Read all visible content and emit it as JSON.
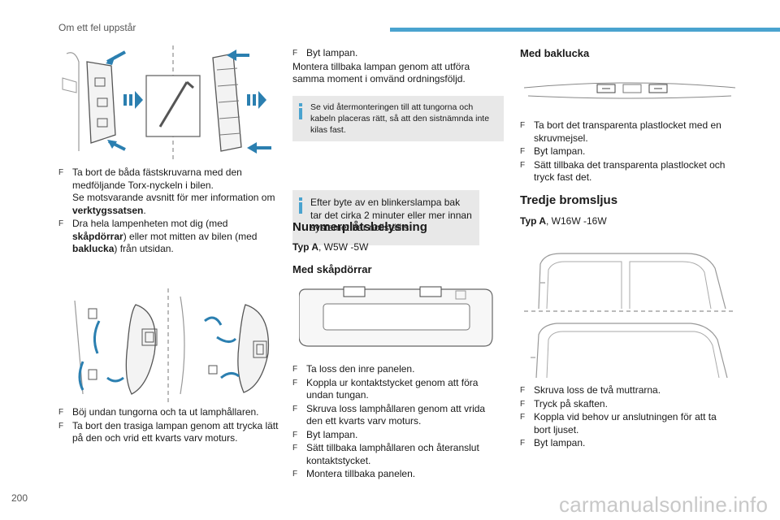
{
  "header": {
    "title": "Om ett fel uppstår",
    "accent_color": "#4aa3cf"
  },
  "footer": {
    "page_number": "200",
    "watermark": "carmanualsonline.info"
  },
  "col1": {
    "steps_top": [
      {
        "parts": [
          "Ta bort de båda fästskruvarna med den medföljande Torx-nyckeln i bilen.",
          "Se motsvarande avsnitt för mer information om ",
          "verktygssatsen",
          "."
        ]
      },
      {
        "parts": [
          "Dra hela lampenheten mot dig (med ",
          "skåpdörrar",
          ") eller mot mitten av bilen (med ",
          "baklucka",
          ") från utsidan."
        ]
      }
    ],
    "steps_bottom": [
      "Böj undan tungorna och ta ut lamphållaren.",
      "Ta bort den trasiga lampan genom att trycka lätt på den och vrid ett kvarts varv moturs."
    ]
  },
  "col2": {
    "step_byt": "Byt lampan.",
    "reassemble": "Montera tillbaka lampan genom att utföra samma moment i omvänd ordningsföljd.",
    "info1": "Se vid återmonteringen till att tungorna och kabeln placeras rätt, så att den sistnämnda inte kilas fast.",
    "info2": "Efter byte av en blinkerslampa bak tar det cirka 2 minuter eller mer innan systemet har nollställts.",
    "section_title": "Nummerplåtsbelysning",
    "type_label": "Typ A",
    "type_value": ", W5W -5W",
    "subsection_title": "Med skåpdörrar",
    "steps": [
      "Ta loss den inre panelen.",
      "Koppla ur kontaktstycket genom att föra undan tungan.",
      "Skruva loss lamphållaren genom att vrida den ett kvarts varv moturs.",
      "Byt lampan.",
      "Sätt tillbaka lamphållaren och återanslut kontaktstycket.",
      "Montera tillbaka panelen."
    ]
  },
  "col3": {
    "subsection_title": "Med baklucka",
    "steps_baklucka": [
      "Ta bort det transparenta plastlocket med en skruvmejsel.",
      "Byt lampan.",
      "Sätt tillbaka det transparenta plastlocket och tryck fast det."
    ],
    "section_title": "Tredje bromsljus",
    "type_label": "Typ A",
    "type_value": ", W16W -16W",
    "steps_brake": [
      "Skruva loss de två muttrarna.",
      "Tryck på skaften.",
      "Koppla vid behov ur anslutningen för att ta bort ljuset.",
      "Byt lampan."
    ]
  },
  "icons": {
    "bullet": "F",
    "info": "info-icon"
  }
}
